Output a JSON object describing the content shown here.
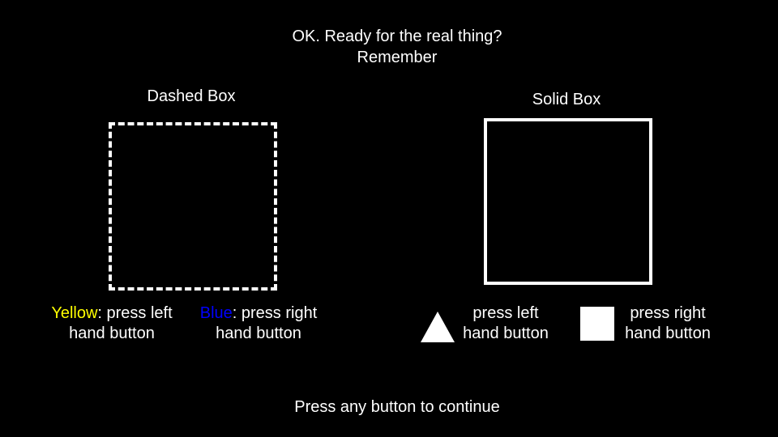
{
  "header": {
    "line1": "OK. Ready for the real thing?",
    "line2": "Remember"
  },
  "dashed": {
    "label": "Dashed Box",
    "yellow": {
      "color_word": "Yellow",
      "color": "#ffff00",
      "rest_line1": ": press left",
      "line2": "hand button"
    },
    "blue": {
      "color_word": "Blue",
      "color": "#0000ff",
      "rest_line1": ": press right",
      "line2": "hand button"
    }
  },
  "solid": {
    "label": "Solid Box",
    "triangle": {
      "icon": "triangle-icon",
      "line1": "press left",
      "line2": "hand button"
    },
    "square": {
      "icon": "square-icon",
      "line1": "press right",
      "line2": "hand button"
    }
  },
  "footer": {
    "text": "Press any button to continue"
  },
  "colors": {
    "background": "#000000",
    "foreground": "#ffffff"
  }
}
